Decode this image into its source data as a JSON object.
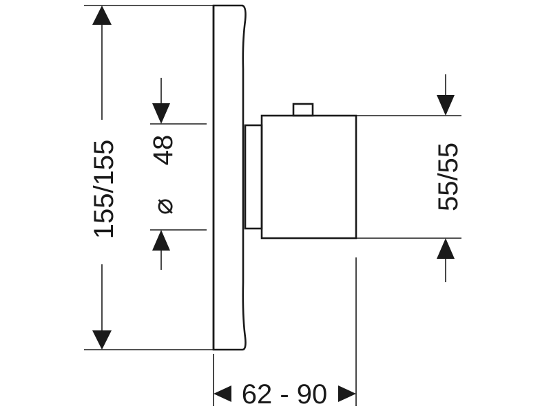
{
  "dimensions": {
    "overall_height": "155/155",
    "diameter_symbol": "⌀",
    "diameter_value": "48",
    "handle_height": "55/55",
    "depth_range": "62 - 90"
  }
}
